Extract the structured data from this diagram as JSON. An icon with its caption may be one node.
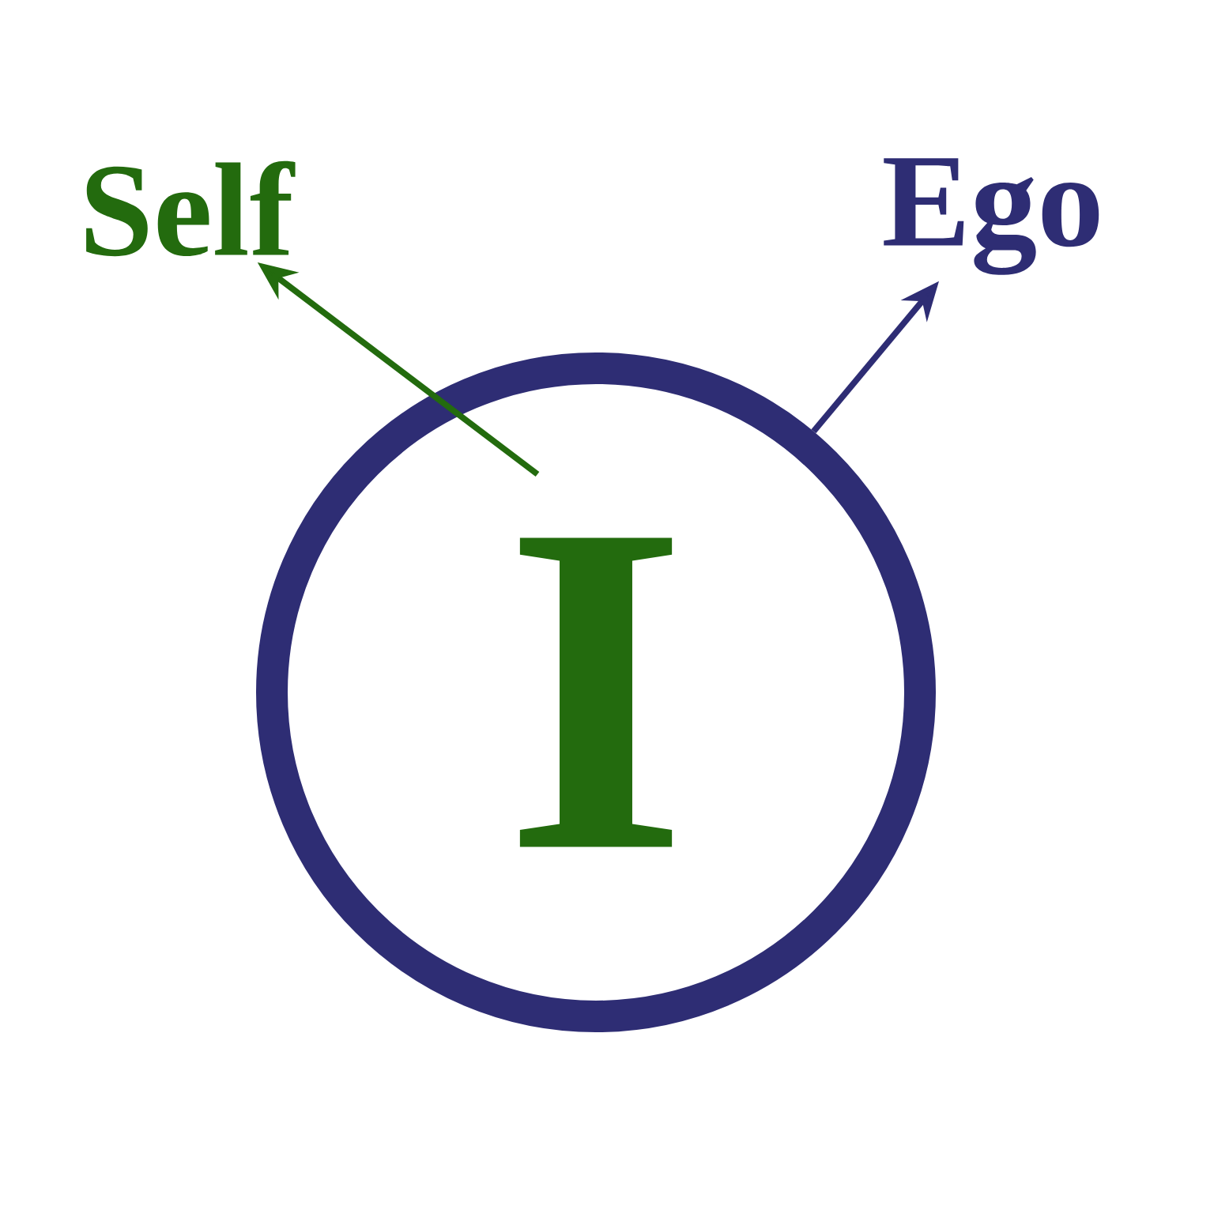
{
  "diagram": {
    "nodes": [
      {
        "text": [
          "I"
        ]
      },
      {
        "text": [
          "Self"
        ]
      },
      {
        "text": [
          "Ego"
        ]
      }
    ],
    "edges": [
      {
        "from": 0,
        "to": 1,
        "arrow": "to",
        "color": "#236b0e"
      },
      {
        "from": 0,
        "to": 2,
        "arrow": "to",
        "color": "#2e2d74"
      }
    ]
  }
}
